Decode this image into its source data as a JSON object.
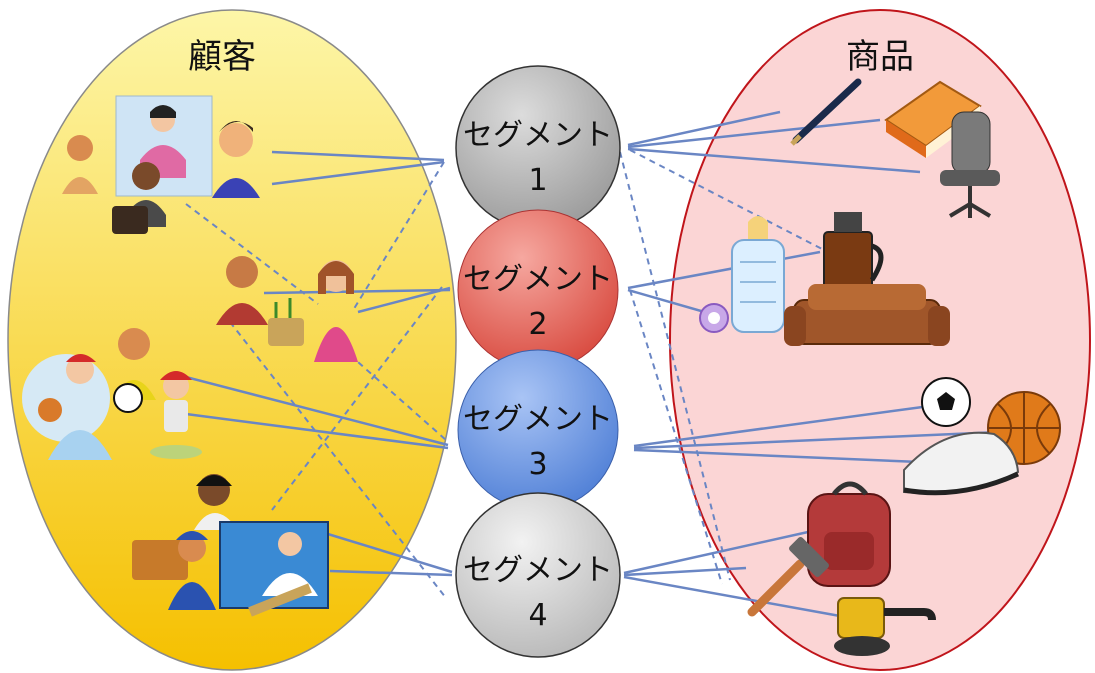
{
  "left_group": {
    "title": "顧客",
    "fill_top": "#fdf6a8",
    "fill_bottom": "#f5c000"
  },
  "right_group": {
    "title": "商品",
    "fill": "#fbd5d5",
    "stroke": "#c0151b"
  },
  "segments": [
    {
      "line1": "セグメント",
      "line2": "1",
      "color_light": "#dcdcdc",
      "color_dark": "#9a9a9a"
    },
    {
      "line1": "セグメント",
      "line2": "2",
      "color_light": "#f6a8a0",
      "color_dark": "#d8493e"
    },
    {
      "line1": "セグメント",
      "line2": "3",
      "color_light": "#a9c4f5",
      "color_dark": "#4f7fd6"
    },
    {
      "line1": "セグメント",
      "line2": "4",
      "color_light": "#f2f2f2",
      "color_dark": "#b8b8b8"
    }
  ],
  "customers": [
    {
      "icon": "office-workers-icon"
    },
    {
      "icon": "family-icon"
    },
    {
      "icon": "sports-people-icon"
    },
    {
      "icon": "craftsmen-icon"
    }
  ],
  "products": [
    {
      "icon": "pen-icon"
    },
    {
      "icon": "book-icon"
    },
    {
      "icon": "office-chair-icon"
    },
    {
      "icon": "baby-bottle-icon"
    },
    {
      "icon": "pacifier-icon"
    },
    {
      "icon": "coffee-press-icon"
    },
    {
      "icon": "sofa-icon"
    },
    {
      "icon": "soccer-ball-icon"
    },
    {
      "icon": "basketball-icon"
    },
    {
      "icon": "sneaker-icon"
    },
    {
      "icon": "backpack-icon"
    },
    {
      "icon": "hammer-icon"
    },
    {
      "icon": "sander-icon"
    }
  ],
  "connector_color": "#6a86c4"
}
